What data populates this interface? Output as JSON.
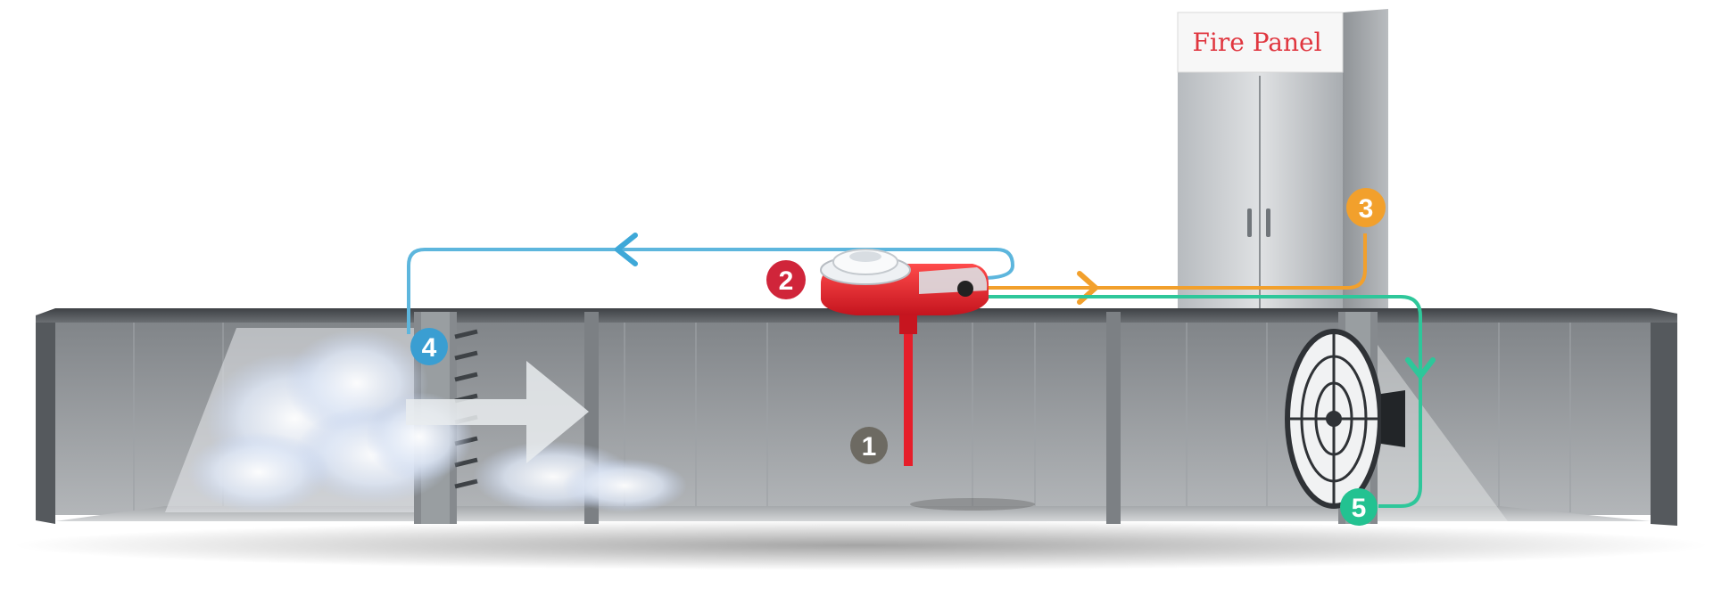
{
  "fire_panel": {
    "label": "Fire Panel"
  },
  "markers": [
    {
      "id": "1",
      "label": "1",
      "color": "#6d6a62"
    },
    {
      "id": "2",
      "label": "2",
      "color": "#d0253a"
    },
    {
      "id": "3",
      "label": "3",
      "color": "#f2a02c"
    },
    {
      "id": "4",
      "label": "4",
      "color": "#3a9ed2"
    },
    {
      "id": "5",
      "label": "5",
      "color": "#23c291"
    }
  ],
  "colors": {
    "sampling_loop": "#5db6dd",
    "panel_signal": "#f2a02c",
    "fan_signal": "#2ec79a",
    "detector": "#e61e2a",
    "duct": "#8e9296"
  },
  "icons": {
    "airflow": "airflow-arrow-icon",
    "smoke": "smoke-cloud-icon",
    "fan": "fan-icon",
    "detector": "duct-smoke-detector-icon",
    "panel": "fire-panel-cabinet-icon"
  }
}
